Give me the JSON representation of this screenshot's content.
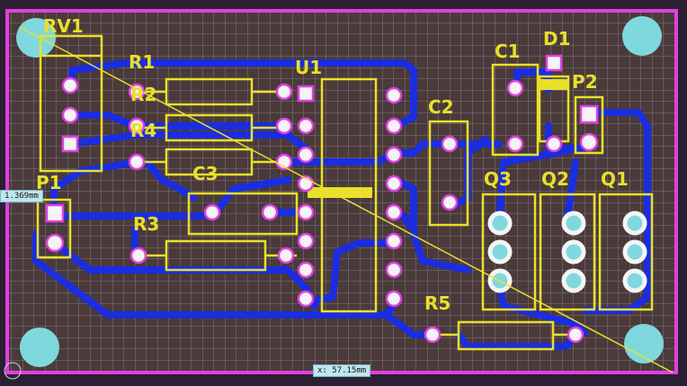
{
  "colors": {
    "board": "#4a3a3a",
    "grid": "#8f8797",
    "outline": "#e040e0",
    "copper": "#1a2de0",
    "silk": "#e8e02a",
    "pad": "#f4f4f4",
    "mount": "#7fd8de"
  },
  "labels": {
    "rv1": "RV1",
    "r1": "R1",
    "r2": "R2",
    "r4": "R4",
    "u1": "U1",
    "c1": "C1",
    "d1": "D1",
    "p2": "P2",
    "c2": "C2",
    "p1": "P1",
    "c3": "C3",
    "r3": "R3",
    "q3": "Q3",
    "q2": "Q2",
    "q1": "Q1",
    "r5": "R5"
  },
  "measurements": {
    "vertical": "1.369mm",
    "horizontal": "x: 57.15mm"
  }
}
